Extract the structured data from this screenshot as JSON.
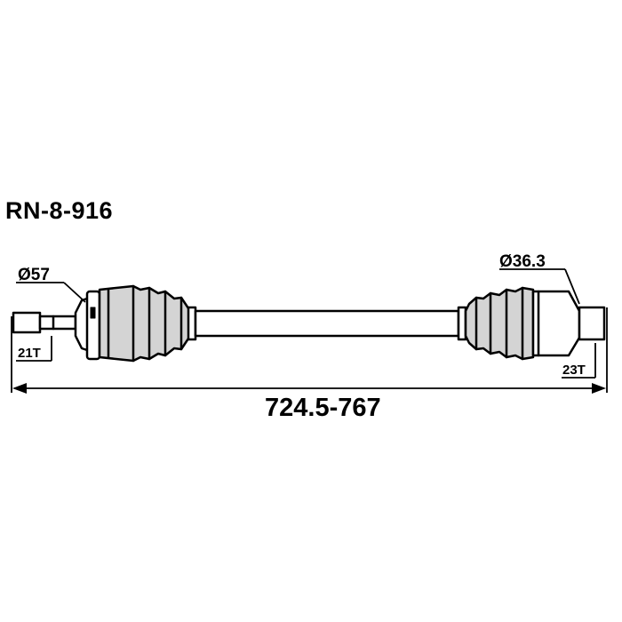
{
  "part_code": "RN-8-916",
  "dimensions": {
    "inner_diameter": "Ø57",
    "outer_diameter": "Ø36.3",
    "inner_spline": "21T",
    "outer_spline": "23T",
    "length_range": "724.5-767"
  },
  "colors": {
    "boot_fill": "#d4d4d4",
    "line": "#000000"
  }
}
